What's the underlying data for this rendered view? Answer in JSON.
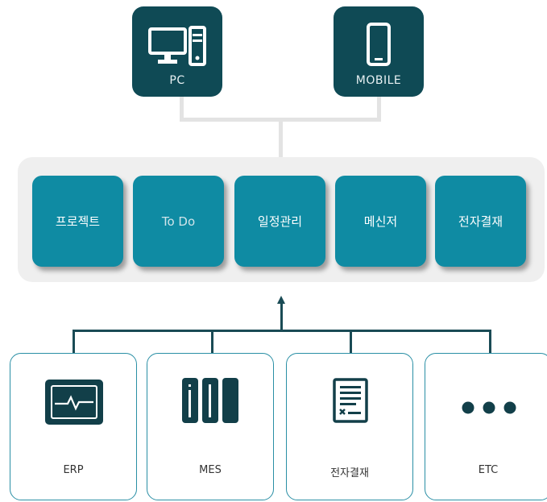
{
  "devices": [
    {
      "label": "PC",
      "icon": "desktop-computer-icon"
    },
    {
      "label": "MOBILE",
      "icon": "mobile-phone-icon"
    }
  ],
  "modules": [
    "프로젝트",
    "To Do",
    "일정관리",
    "메신저",
    "전자결재"
  ],
  "sources": [
    {
      "label": "ERP",
      "icon": "monitor-pulse-icon"
    },
    {
      "label": "MES",
      "icon": "binder-files-icon"
    },
    {
      "label": "전자결재",
      "icon": "approval-document-icon"
    },
    {
      "label": "ETC",
      "icon": "more-dots-icon"
    }
  ],
  "colors": {
    "device_bg": "#0f4a55",
    "module_bg": "#0f8ba3",
    "platform_bg": "#efefef",
    "source_border": "#2a8fa5",
    "icon_dark": "#123f49"
  }
}
